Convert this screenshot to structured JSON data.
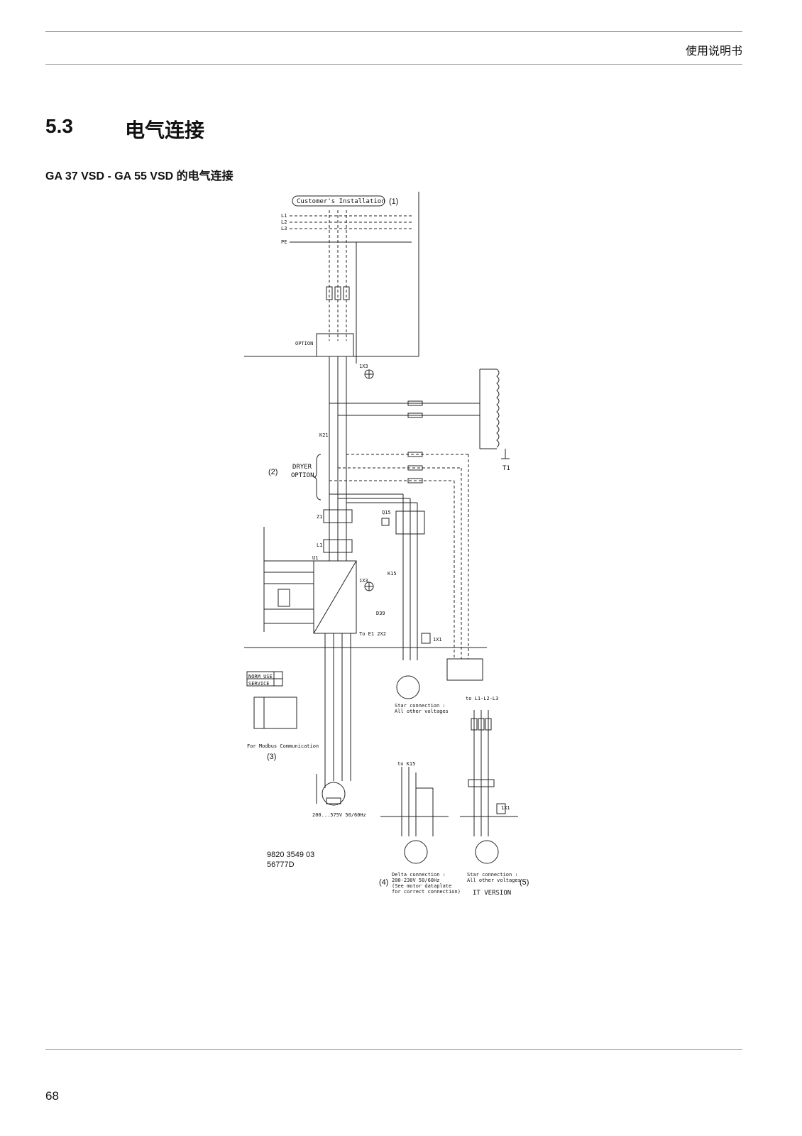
{
  "header": {
    "title": "使用说明书"
  },
  "section": {
    "number": "5.3",
    "title": "电气连接"
  },
  "subtitle": "GA 37 VSD - GA 55 VSD 的电气连接",
  "diagram": {
    "customer_installation": "Customer's Installation",
    "line_labels": [
      "L1",
      "L2",
      "L3",
      "PE"
    ],
    "option": "OPTION",
    "dryer_option": [
      "DRYER",
      "OPTION"
    ],
    "transformer": "T1",
    "markers": [
      "(1)",
      "(2)",
      "(3)",
      "(4)",
      "(5)"
    ],
    "k21": "K21",
    "z1": "Z1",
    "l1": "L1",
    "u1": "U1",
    "q15": "Q15",
    "k15": "K15",
    "ix3": "1X3",
    "ix1": "1X1",
    "d39": "D39",
    "to_e1": "To E1 2X2",
    "m1_note": "200...575V 50/60Hz",
    "norm_use": "NORM USE",
    "service": "SERVICE",
    "modbus": "For Modbus Communication",
    "star_connection": [
      "Star connection :",
      "All other voltages"
    ],
    "delta_connection": [
      "Delta connection :",
      "200-230V 50/60Hz",
      "(See motor dataplate",
      "for correct connection)"
    ],
    "to_k15": "to K15",
    "to_l1l2l3": "to L1-L2-L3",
    "it_version": "IT VERSION",
    "doc_number": "9820 3549 03",
    "doc_code": "56777D"
  },
  "footer": {
    "page": "68"
  }
}
